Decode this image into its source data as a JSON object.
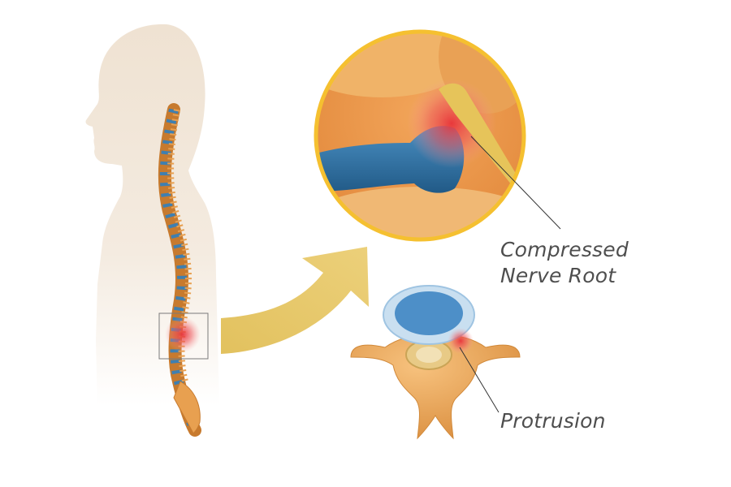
{
  "labels": {
    "nerve_line1": "Compressed",
    "nerve_line2": "Nerve Root",
    "protrusion": "Protrusion"
  },
  "colors": {
    "silhouette": "#efe2d2",
    "bone": "#e8a050",
    "bone_dark": "#c77a2e",
    "disc": "#3f7fb0",
    "disc_light": "#c9dff0",
    "arrow": "#e6c567",
    "inflammation": "#e8333a",
    "magnifier_border": "#f5c030",
    "leader_line": "#333333",
    "label_text": "#4e4e4e"
  },
  "icons": {
    "body": "human-silhouette-icon",
    "spine": "spinal-column-icon",
    "magnifier": "magnified-nerve-view-icon",
    "vertebra": "vertebra-cross-section-icon",
    "arrow": "curved-arrow-icon"
  }
}
